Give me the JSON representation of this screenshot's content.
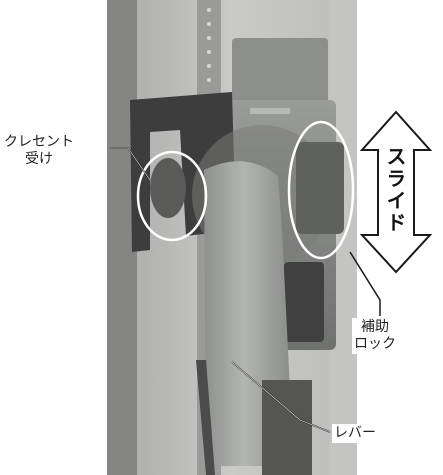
{
  "annotations": {
    "crescent_receiver": {
      "line1": "クレセント",
      "line2": "受け"
    },
    "slide": "スライド",
    "auxiliary_lock": {
      "line1": "補助",
      "line2": "ロック"
    },
    "lever": "レバー"
  },
  "colors": {
    "background_wall": "#c9c9c7",
    "door_frame": "#8f8f8c",
    "lock_body": "#7d7f7d",
    "lever_body": "#a4a6a3",
    "callout_line": "#1a1a1a",
    "arrow_fill": "#ffffff"
  }
}
